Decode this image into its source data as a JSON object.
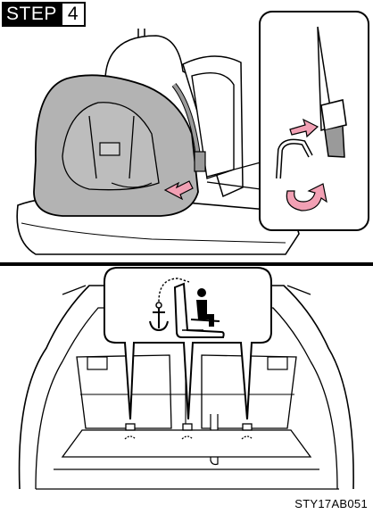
{
  "step": {
    "label": "STEP",
    "number": "4"
  },
  "figure_code": "STY17AB051",
  "colors": {
    "seat_fill": "#b3b3b3",
    "arrow_fill": "#f2a0b4",
    "outline": "#000000"
  },
  "icons": [
    "child-seat-icon",
    "top-tether-anchor-icon"
  ]
}
